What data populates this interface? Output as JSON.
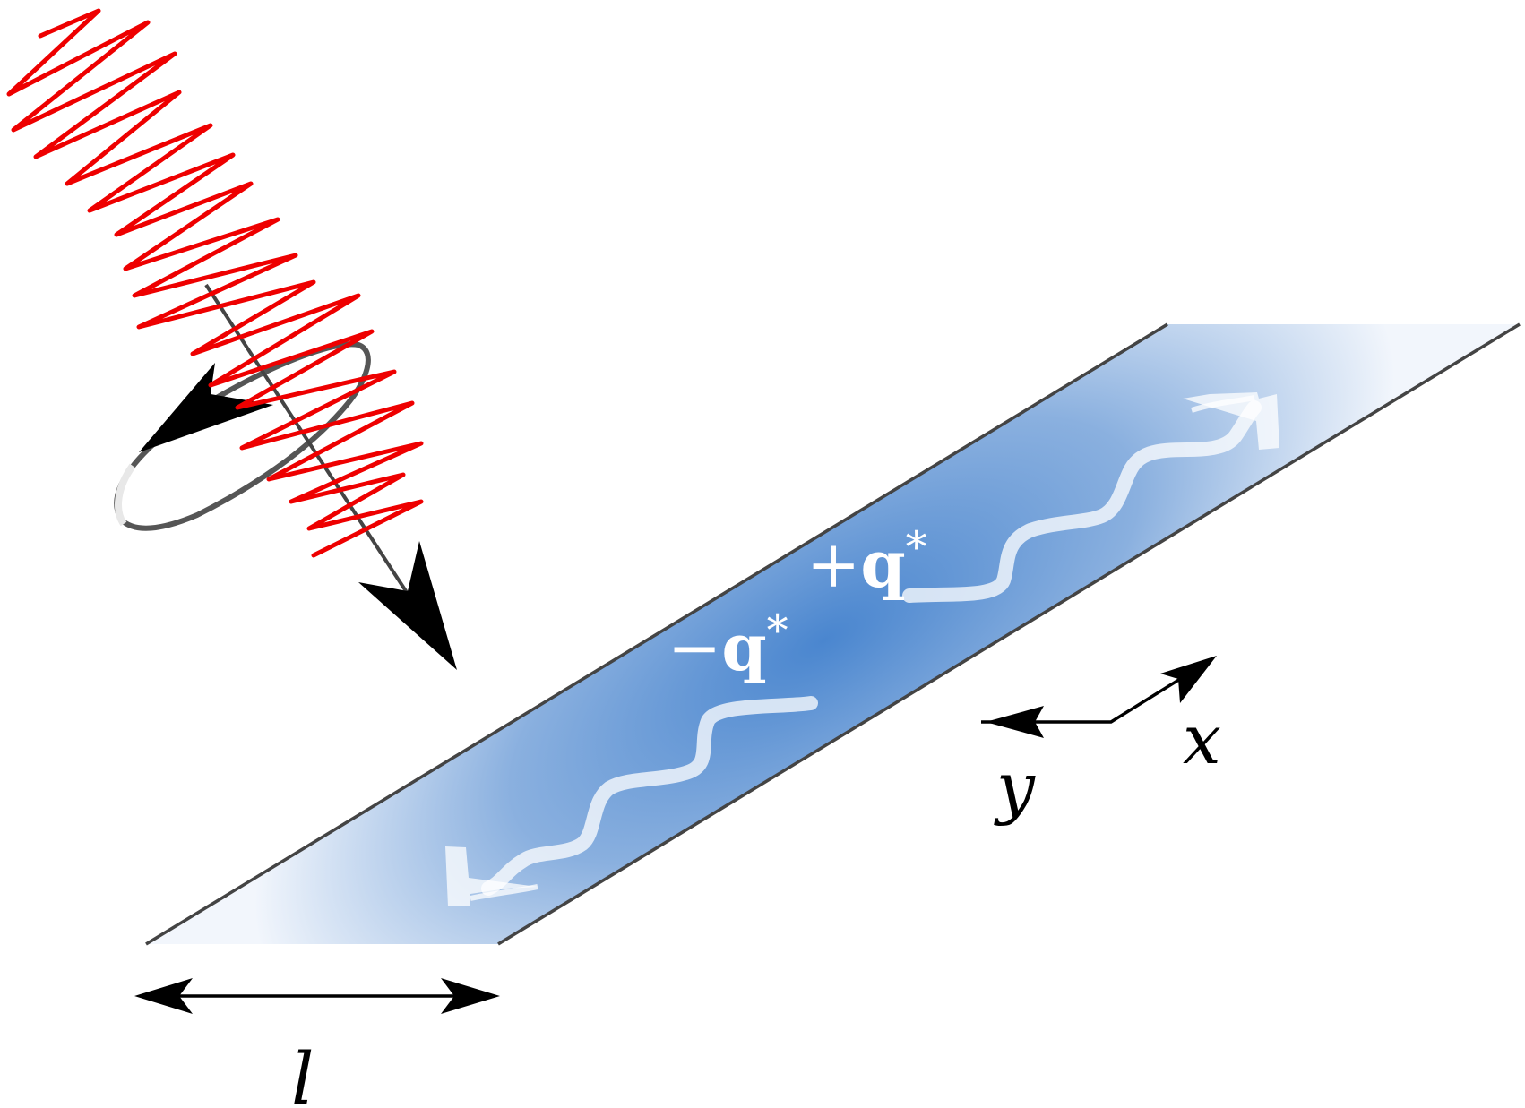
{
  "labels": {
    "plus_q_sign": "+",
    "plus_q_letter": "q",
    "plus_q_star": "*",
    "minus_q_sign": "−",
    "minus_q_letter": "q",
    "minus_q_star": "*",
    "axis_x": "x",
    "axis_y": "y",
    "width": "l"
  },
  "colors": {
    "light_wave": "#ee0000",
    "strip_center": "#4a86cf",
    "strip_edge": "#eef4fb",
    "strip_border": "#444444",
    "polarization_ring": "#555555",
    "arrows": "#000000",
    "edge_currents": "#ffffff"
  },
  "icons": {
    "light_beam": "red-zigzag-electromagnetic-wave",
    "polarization": "circular-polarization-ring",
    "propagation": "propagation-direction-arrow",
    "edge_current": "wavy-white-edge-arrow"
  }
}
